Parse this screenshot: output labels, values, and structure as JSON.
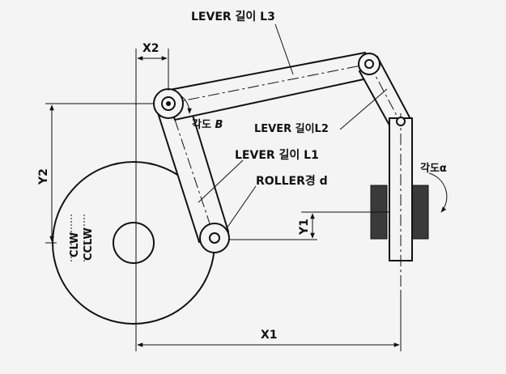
{
  "labels": {
    "lever_l3": "LEVER 길이 L3",
    "lever_l2": "LEVER 길이L2",
    "lever_l1": "LEVER 길이 L1",
    "roller": "ROLLER경 d",
    "angle_b_prefix": "각도 ",
    "angle_b_symbol": "B",
    "angle_a": "각도α",
    "x1": "X1",
    "x2": "X2",
    "y1": "Y1",
    "y2": "Y2",
    "clw": "CLW",
    "cclw": "CCLW"
  }
}
